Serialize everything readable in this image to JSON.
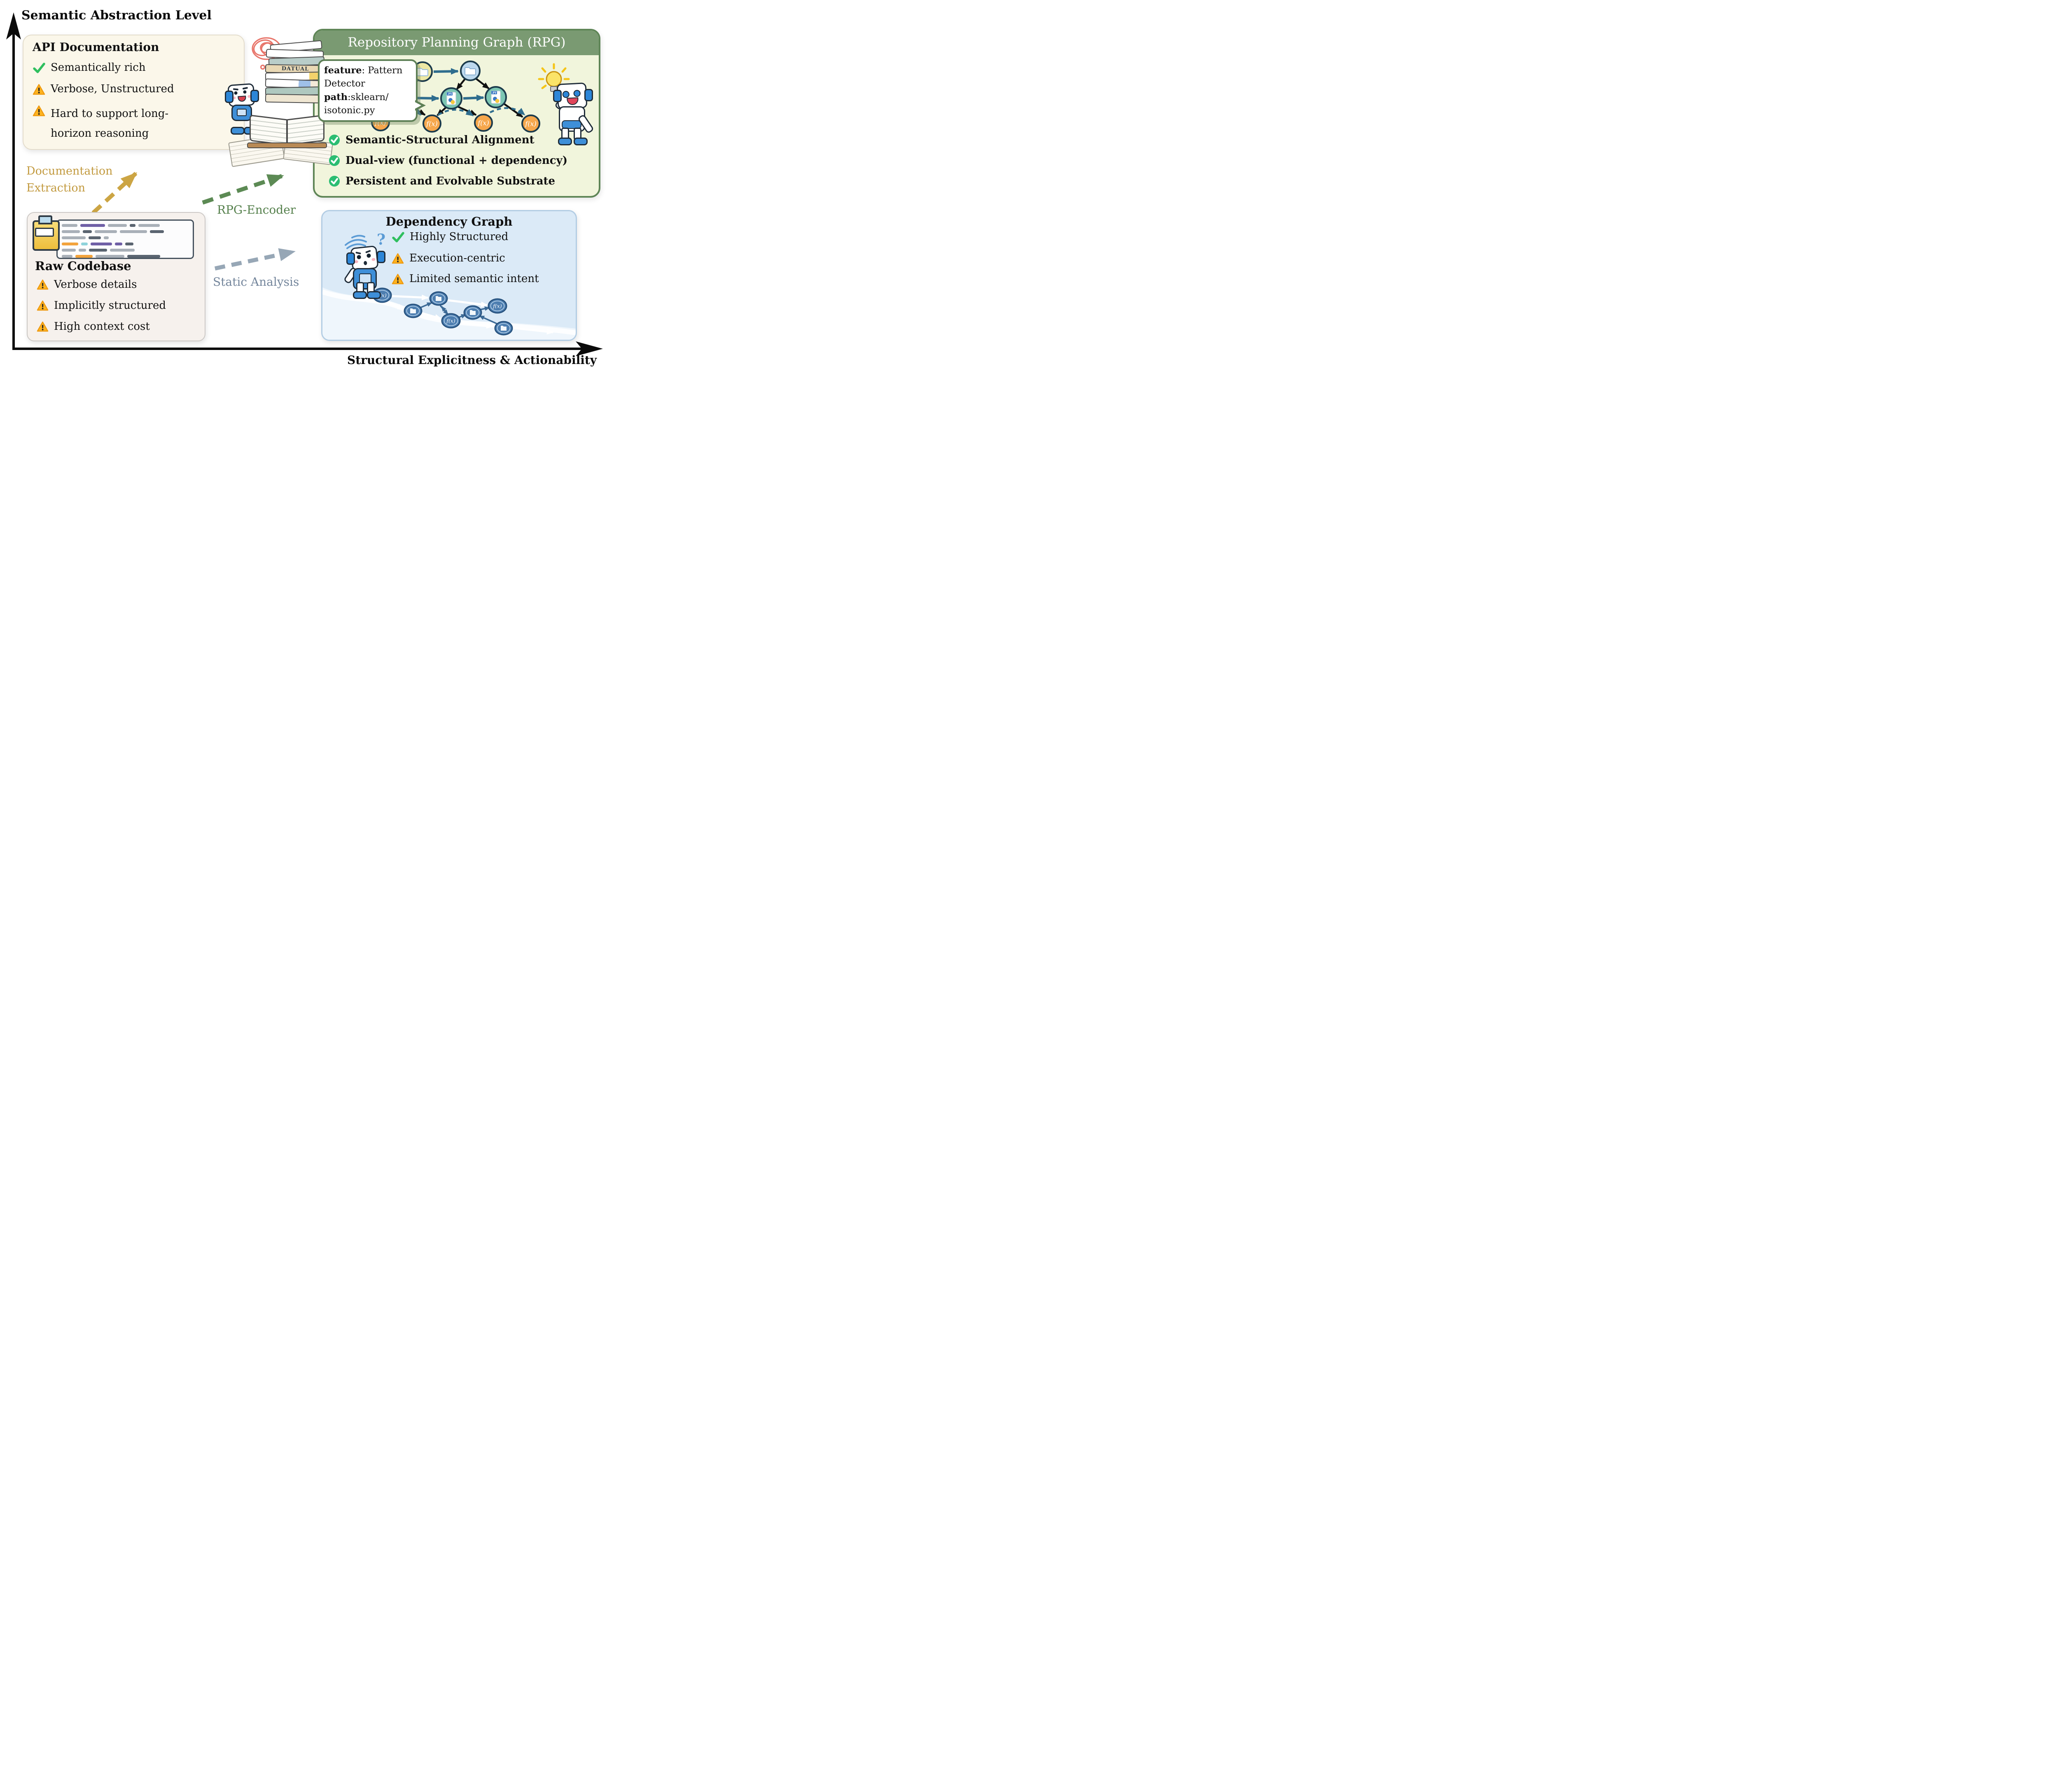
{
  "axes": {
    "y_label": "Semantic Abstraction Level",
    "x_label": "Structural Explicitness & Actionability"
  },
  "labels": {
    "documentation_extraction": "Documentation Extraction",
    "rpg_encoder": "RPG-Encoder",
    "static_analysis": "Static Analysis"
  },
  "api_box": {
    "title": "API Documentation",
    "items": [
      {
        "icon": "check-icon",
        "text": "Semantically rich"
      },
      {
        "icon": "warning-icon",
        "text": "Verbose, Unstructured"
      },
      {
        "icon": "warning-icon",
        "text": "Hard to support long-horizon reasoning"
      }
    ],
    "book_spine_label": "DATUAL"
  },
  "raw_box": {
    "title": "Raw Codebase",
    "items": [
      {
        "icon": "warning-icon",
        "text": "Verbose details"
      },
      {
        "icon": "warning-icon",
        "text": "Implicitly structured"
      },
      {
        "icon": "warning-icon",
        "text": "High context cost"
      }
    ]
  },
  "rpg_box": {
    "title": "Repository Planning Graph (RPG)",
    "bubble": {
      "feature_key": "feature",
      "feature_value": ": Pattern Detector",
      "path_key": "path",
      "path_value_line1": ":sklearn/",
      "path_value_line2": "isotonic.py"
    },
    "items": [
      {
        "icon": "check-circle-icon",
        "text": "Semantic-Structural Alignment"
      },
      {
        "icon": "check-circle-icon",
        "text": "Dual-view (functional + dependency)"
      },
      {
        "icon": "check-circle-icon",
        "text": "Persistent and Evolvable Substrate"
      }
    ],
    "node_labels": {
      "python_file": ".PY",
      "function": "f(x)"
    }
  },
  "dependency_box": {
    "title": "Dependency Graph",
    "items": [
      {
        "icon": "check-icon",
        "text": "Highly Structured"
      },
      {
        "icon": "warning-icon",
        "text": "Execution-centric"
      },
      {
        "icon": "warning-icon",
        "text": "Limited semantic intent"
      }
    ],
    "node_label_function": "f(x)",
    "question_mark": "?"
  },
  "colors": {
    "axis": "#0B0B0B",
    "api_bg": "#FBF7EA",
    "raw_bg": "#F6F1ED",
    "dep_bg": "#DBEAF7",
    "dep_border": "#B3CDE4",
    "rpg_header": "#7A9A72",
    "rpg_body": "#F1F5DC",
    "rpg_border": "#5E8556",
    "bubble_border": "#5D7F55",
    "gold_arrow": "#CCA544",
    "green_arrow": "#5C8A54",
    "gray_arrow": "#97A7B6",
    "check_green": "#2FBF5F",
    "check_circle_green": "#2BBD72",
    "warning_yellow": "#FFB420",
    "node_orange": "#F6A74C",
    "node_teal": "#7CC6B3",
    "node_folder_yellow": "#EDE8A4",
    "node_folder_blue": "#BDD9EE",
    "node_outline": "#1C3B4C",
    "teal_edge": "#2F6D8E",
    "dep_node_blue": "#4D7EB0",
    "question_blue": "#5B9BD5",
    "scribble_red": "#E8756A"
  }
}
